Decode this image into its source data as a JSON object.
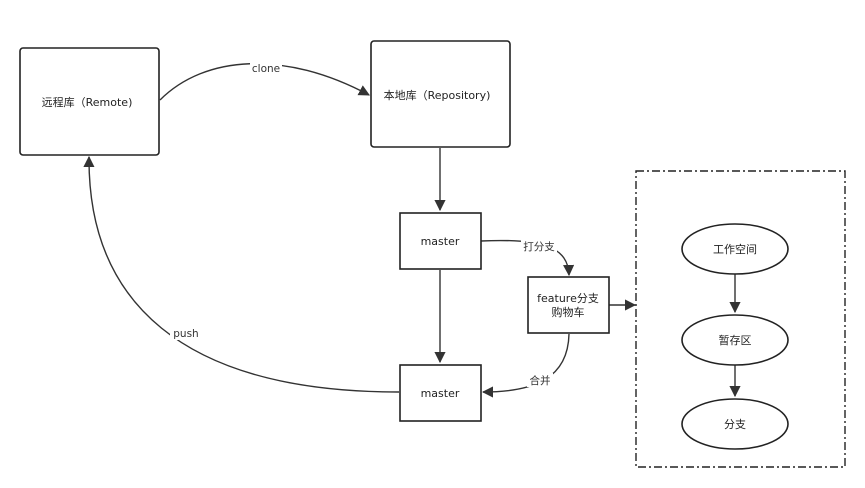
{
  "nodes": {
    "remote": "远程库（Remote)",
    "repository": "本地库（Repository)",
    "master_top": "master",
    "feature_line1": "feature分支",
    "feature_line2": "购物车",
    "master_bottom": "master",
    "workspace": "工作空间",
    "staging": "暂存区",
    "branch": "分支"
  },
  "edges": {
    "clone": "clone",
    "push": "push",
    "branch_out": "打分支",
    "merge": "合并"
  }
}
